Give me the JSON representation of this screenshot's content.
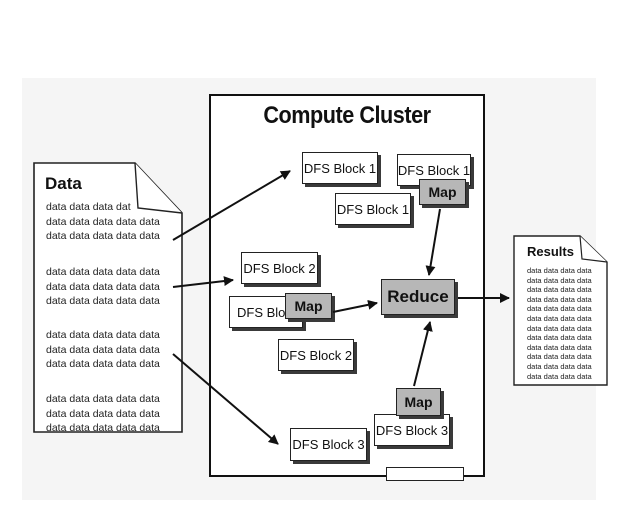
{
  "cluster": {
    "title": "Compute Cluster"
  },
  "data_doc": {
    "title": "Data",
    "groups": [
      [
        "data data data dat",
        "data data data data data",
        "data data data data data"
      ],
      [
        "data data data data data",
        "data data data data data",
        "data data data data data"
      ],
      [
        "data data data data data",
        "data data data data data",
        "data data data data data"
      ],
      [
        "data data data data data",
        "data data data data data",
        "data data data data data"
      ]
    ]
  },
  "results_doc": {
    "title": "Results",
    "lines": [
      "data data data data",
      "data data data data",
      "data data data data",
      "data data data data",
      "data data data data",
      "data data data data",
      "data data data data",
      "data data data data",
      "data data data data",
      "data data data data",
      "data data data data",
      "data data data data"
    ]
  },
  "blocks": {
    "b1_top": "DFS Block 1",
    "b1_behind_map": "DFS Block 1",
    "b1_lower": "DFS Block 1",
    "b2_top": "DFS Block 2",
    "b2_behind_map": "DFS Bloc",
    "b2_lower": "DFS Block 2",
    "b3_behind_map": "DFS Block 3",
    "b3_lower": "DFS Block 3"
  },
  "map_label": "Map",
  "reduce_label": "Reduce"
}
